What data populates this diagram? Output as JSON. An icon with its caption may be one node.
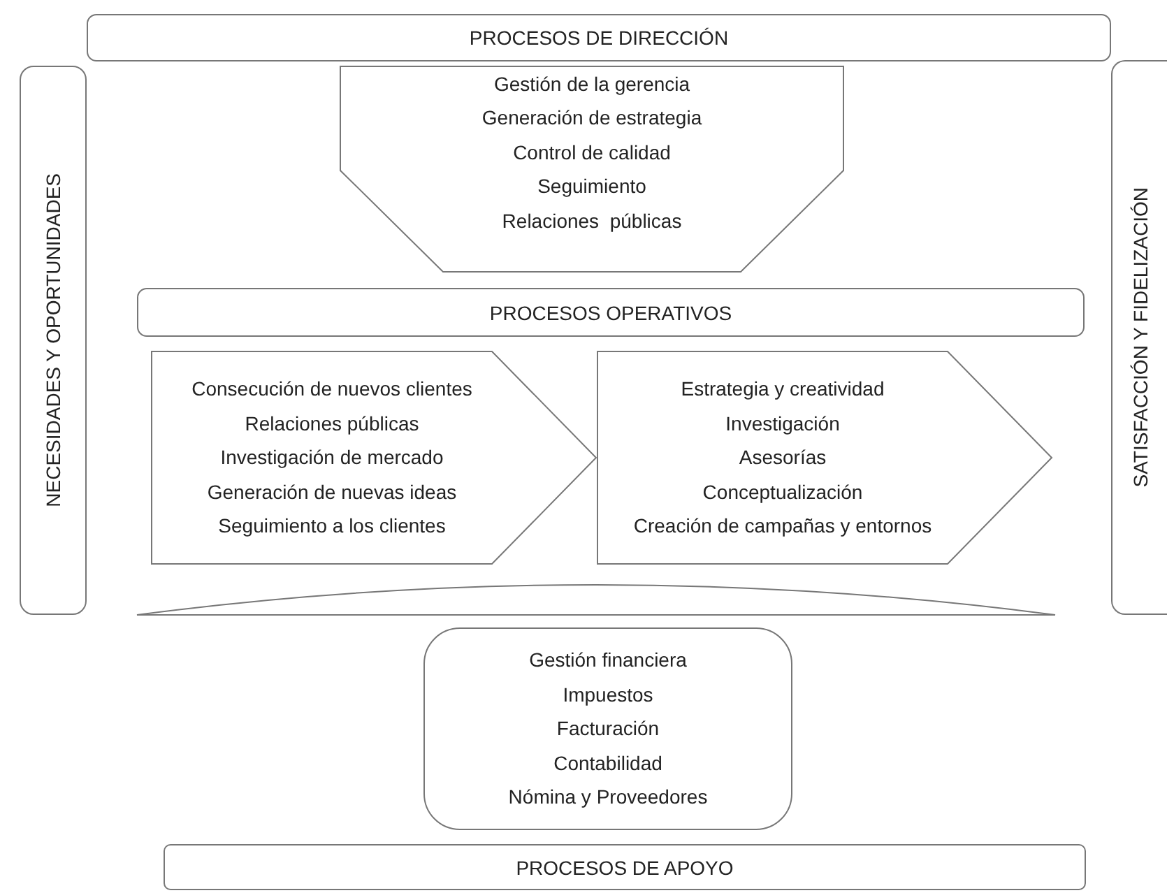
{
  "diagram": {
    "nodes": [
      {
        "text": [
          "PROCESOS DE DIRECCIÓN"
        ]
      },
      {
        "text": [
          "NECESIDADES Y OPORTUNIDADES"
        ]
      },
      {
        "text": [
          "Gestión de la gerencia",
          "Generación de estrategia",
          "Control de calidad",
          "Seguimiento",
          "Relaciones  públicas"
        ]
      },
      {
        "text": [
          "SATISFACCIÓN Y FIDELIZACIÓN"
        ]
      },
      {
        "text": [
          "PROCESOS OPERATIVOS"
        ]
      },
      {
        "text": [
          "Consecución de nuevos clientes",
          "Relaciones públicas",
          "Investigación de mercado",
          "Generación de nuevas ideas",
          "Seguimiento a los clientes"
        ]
      },
      {
        "text": [
          "Estrategia y creatividad",
          "Investigación",
          "Asesorías",
          "Conceptualización",
          "Creación de campañas y entornos"
        ]
      },
      {
        "text": [],
        "shape": "bar"
      },
      {
        "text": [
          "Gestión financiera",
          "Impuestos",
          "Facturación",
          "Contabilidad",
          "Nómina y Proveedores"
        ]
      },
      {
        "text": [
          "PROCESOS DE APOYO"
        ]
      }
    ]
  }
}
